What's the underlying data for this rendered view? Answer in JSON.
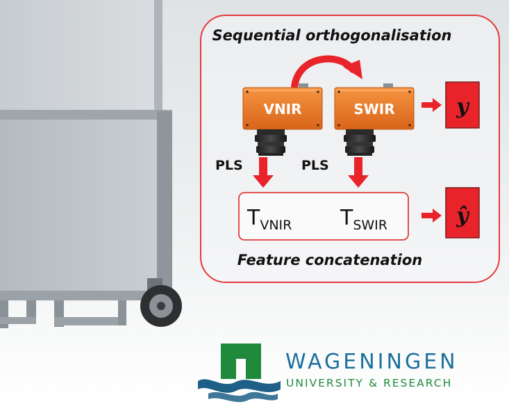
{
  "diagram": {
    "top_label": "Sequential orthogonalisation",
    "bottom_label": "Feature concatenation",
    "camera_left": "VNIR",
    "camera_right": "SWIR",
    "pls_left": "PLS",
    "pls_right": "PLS",
    "feature_left": {
      "letter": "T",
      "subscript": "VNIR"
    },
    "feature_right": {
      "letter": "T",
      "subscript": "SWIR"
    },
    "output_top": "y",
    "output_bottom": "ŷ"
  },
  "logo": {
    "name": "WAGENINGEN",
    "subtitle": "UNIVERSITY & RESEARCH"
  },
  "colors": {
    "frame_red": "#e23b3b",
    "camera_orange": "#ef7a2a",
    "arrow_red": "#e8232a",
    "output_box_fill": "#e8232a",
    "logo_green": "#1f8a3b",
    "logo_blue": "#1d6f9c"
  }
}
